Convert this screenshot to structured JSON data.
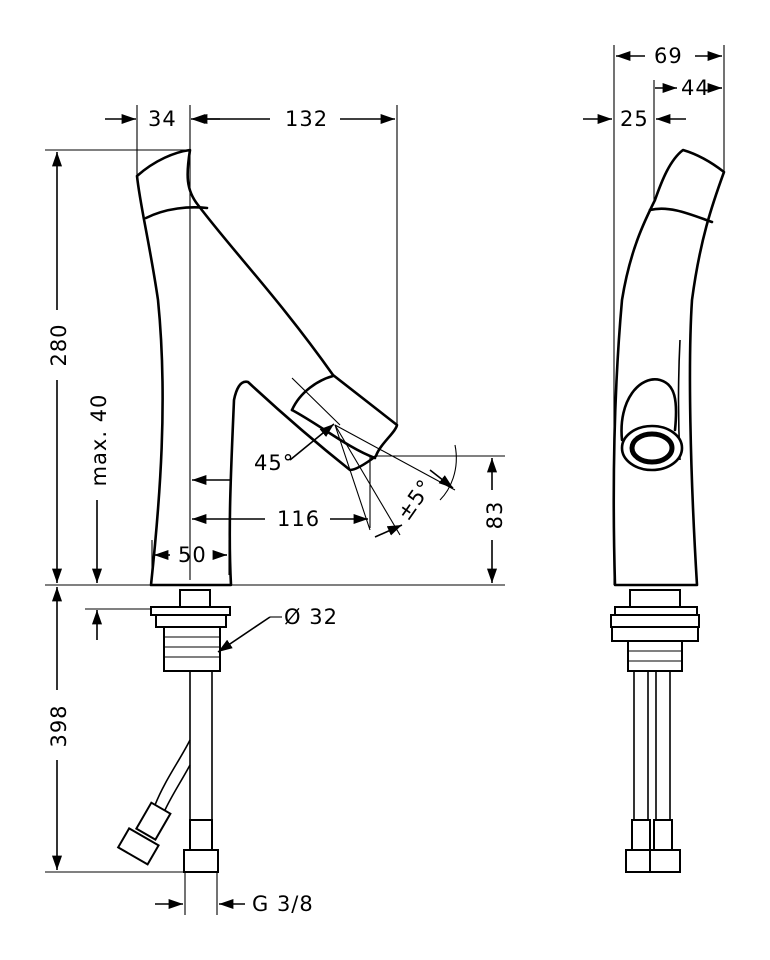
{
  "dimensions": {
    "d34": "34",
    "d132": "132",
    "d280": "280",
    "dmax40": "max. 40",
    "d45deg": "45°",
    "d5deg": "±5°",
    "d116": "116",
    "d83": "83",
    "d50": "50",
    "d32": "Ø 32",
    "d398": "398",
    "dG38": "G 3/8",
    "d69": "69",
    "d44": "44",
    "d25": "25"
  },
  "colors": {
    "line": "#000000",
    "background": "#ffffff"
  }
}
